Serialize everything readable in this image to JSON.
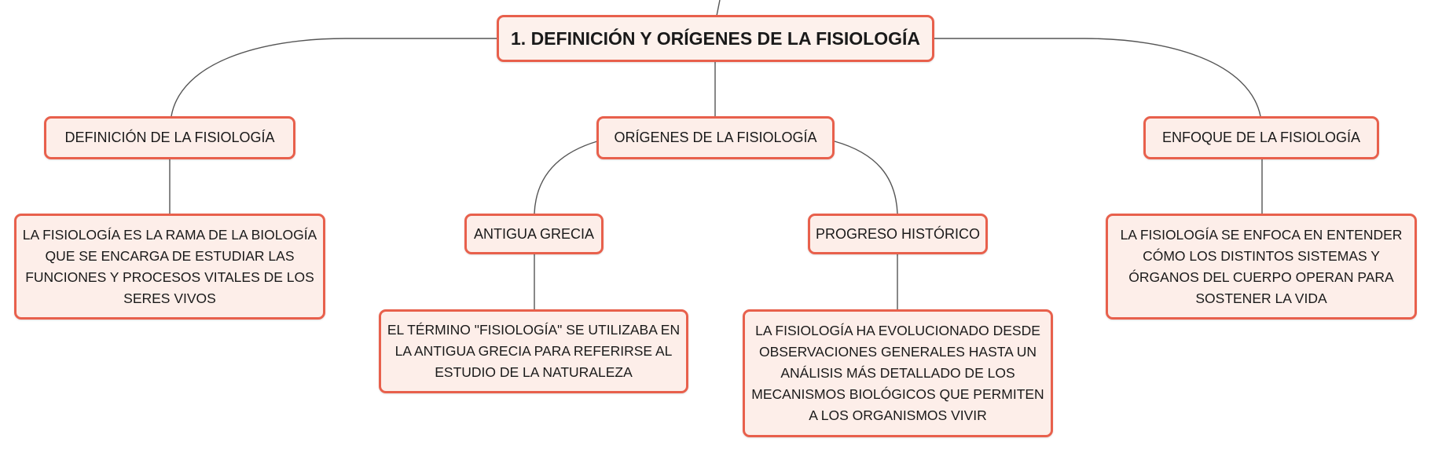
{
  "colors": {
    "node_border": "#e8604c",
    "node_fill": "#fdeee9",
    "connector": "#555555"
  },
  "root": {
    "title": "1. DEFINICIÓN Y ORÍGENES DE LA FISIOLOGÍA"
  },
  "branches": {
    "definicion": {
      "title": "DEFINICIÓN DE LA FISIOLOGÍA",
      "detail": "LA FISIOLOGÍA ES LA RAMA DE LA BIOLOGÍA QUE SE ENCARGA DE ESTUDIAR LAS FUNCIONES Y PROCESOS VITALES DE LOS SERES VIVOS"
    },
    "origenes": {
      "title": "ORÍGENES DE LA FISIOLOGÍA",
      "antigua_grecia": {
        "title": "ANTIGUA GRECIA",
        "detail": "EL TÉRMINO \"FISIOLOGÍA\" SE UTILIZABA EN LA ANTIGUA GRECIA PARA REFERIRSE AL ESTUDIO DE LA NATURALEZA"
      },
      "progreso": {
        "title": "PROGRESO HISTÓRICO",
        "detail": "LA FISIOLOGÍA HA EVOLUCIONADO DESDE OBSERVACIONES GENERALES HASTA UN ANÁLISIS MÁS DETALLADO DE LOS MECANISMOS BIOLÓGICOS QUE PERMITEN A LOS ORGANISMOS VIVIR"
      }
    },
    "enfoque": {
      "title": "ENFOQUE DE LA FISIOLOGÍA",
      "detail": "LA FISIOLOGÍA SE ENFOCA EN ENTENDER CÓMO LOS DISTINTOS SISTEMAS Y ÓRGANOS DEL CUERPO OPERAN PARA SOSTENER LA VIDA"
    }
  }
}
